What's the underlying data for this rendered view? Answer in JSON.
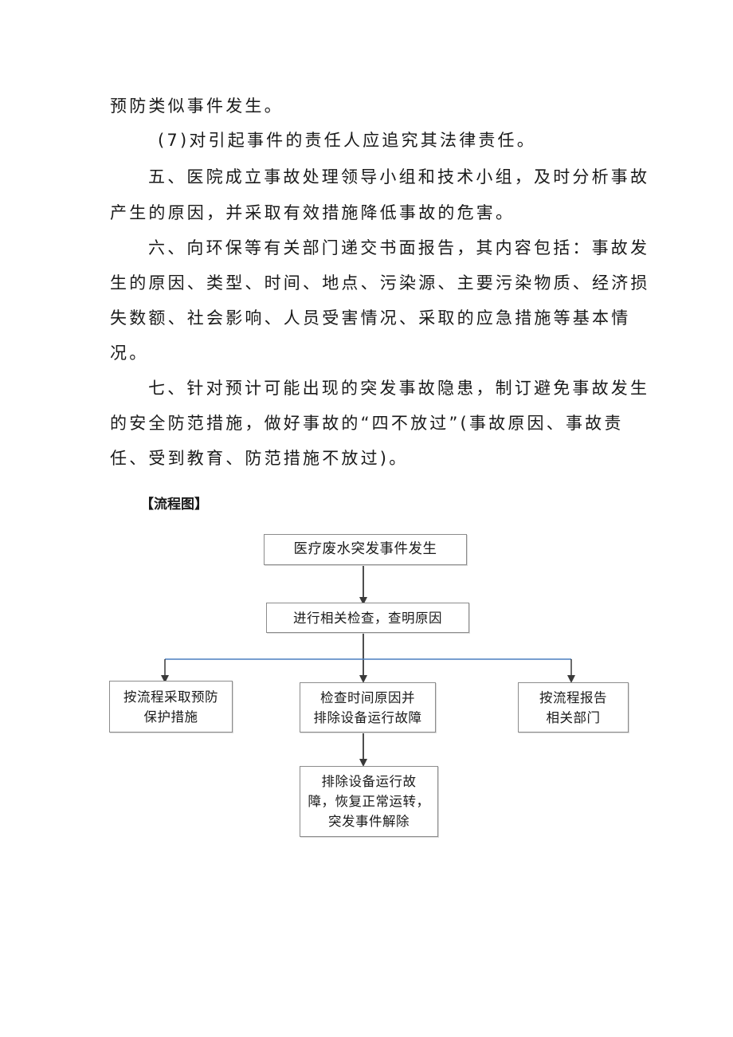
{
  "paragraphs": [
    "预防类似事件发生。",
    "(7)对引起事件的责任人应追究其法律责任。",
    "五、医院成立事故处理领导小组和技术小组，及时分析事故",
    "产生的原因，并采取有效措施降低事故的危害。",
    "六、向环保等有关部门递交书面报告，其内容包括：事故发",
    "生的原因、类型、时间、地点、污染源、主要污染物质、经济损",
    "失数额、社会影响、人员受害情况、采取的应急措施等基本情",
    "况。",
    "七、针对预计可能出现的突发事故隐患，制订避免事故发生",
    "的安全防范措施，做好事故的“四不放过”(事故原因、事故责",
    "任、受到教育、防范措施不放过)。"
  ],
  "flowchart": {
    "title": "【流程图】",
    "nodes": {
      "start": "医疗废水突发事件发生",
      "inspect": "进行相关检查，查明原因",
      "left": "按流程采取预防\n保护措施",
      "center": "检查时间原因并\n排除设备运行故障",
      "right": "按流程报告\n相关部门",
      "end": "排除设备运行故\n障，恢复正常运转，\n突发事件解除"
    }
  }
}
